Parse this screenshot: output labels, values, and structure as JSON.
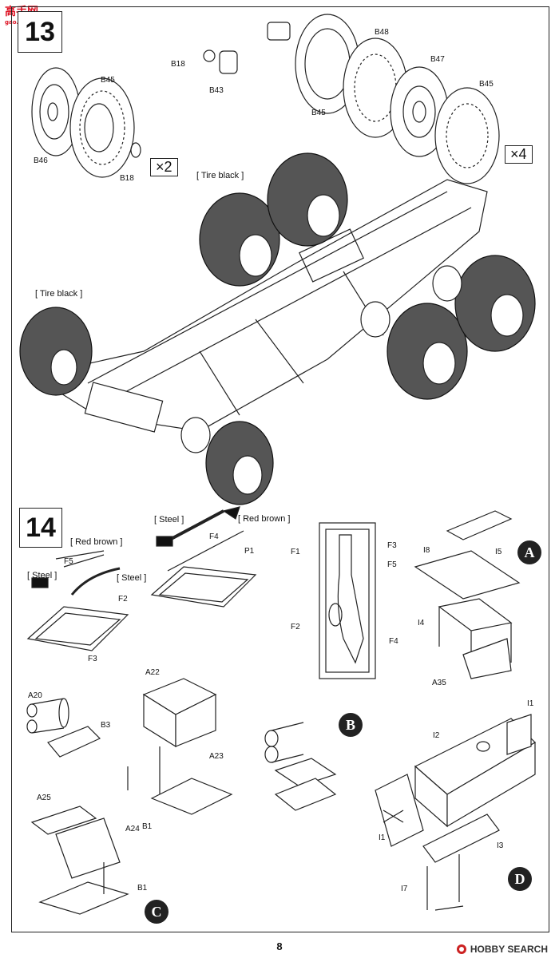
{
  "watermark": {
    "title": "高手网",
    "url": "gao.shou.com"
  },
  "step13": {
    "number": "13",
    "labels": {
      "B45a": "B45",
      "B46": "B46",
      "B18a": "B18",
      "B18b": "B18",
      "B43": "B43",
      "B48": "B48",
      "B47": "B47",
      "B45b": "B45",
      "B45c": "B45"
    },
    "mult_x2": "×2",
    "mult_x4": "×4",
    "note_tire1": "[ Tire black ]",
    "note_tire2": "[ Tire black ]"
  },
  "step14": {
    "number": "14",
    "notes": {
      "red_brown1": "[ Red brown ]",
      "steel1": "[ Steel ]",
      "steel2": "[ Steel ]",
      "steel3": "[ Steel ]",
      "red_brown2": "[ Red brown ]"
    },
    "labels": {
      "F5a": "F5",
      "F2a": "F2",
      "F3a": "F3",
      "F4a": "F4",
      "P1": "P1",
      "F1": "F1",
      "F3b": "F3",
      "F5b": "F5",
      "F2b": "F2",
      "F4b": "F4",
      "I8": "I8",
      "I5": "I5",
      "I4": "I4",
      "A35": "A35",
      "A20": "A20",
      "B3": "B3",
      "A22": "A22",
      "A23": "A23",
      "B1a": "B1",
      "A25": "A25",
      "A24": "A24",
      "B1b": "B1",
      "I1a": "I1",
      "I2": "I2",
      "I1b": "I1",
      "I3": "I3",
      "I7": "I7"
    },
    "callouts": {
      "A": "A",
      "B": "B",
      "C": "C",
      "D": "D"
    }
  },
  "footer": {
    "brand": "HOBBY SEARCH",
    "logo_icon": "hobbysearch-logo-icon"
  },
  "page_number": "8"
}
